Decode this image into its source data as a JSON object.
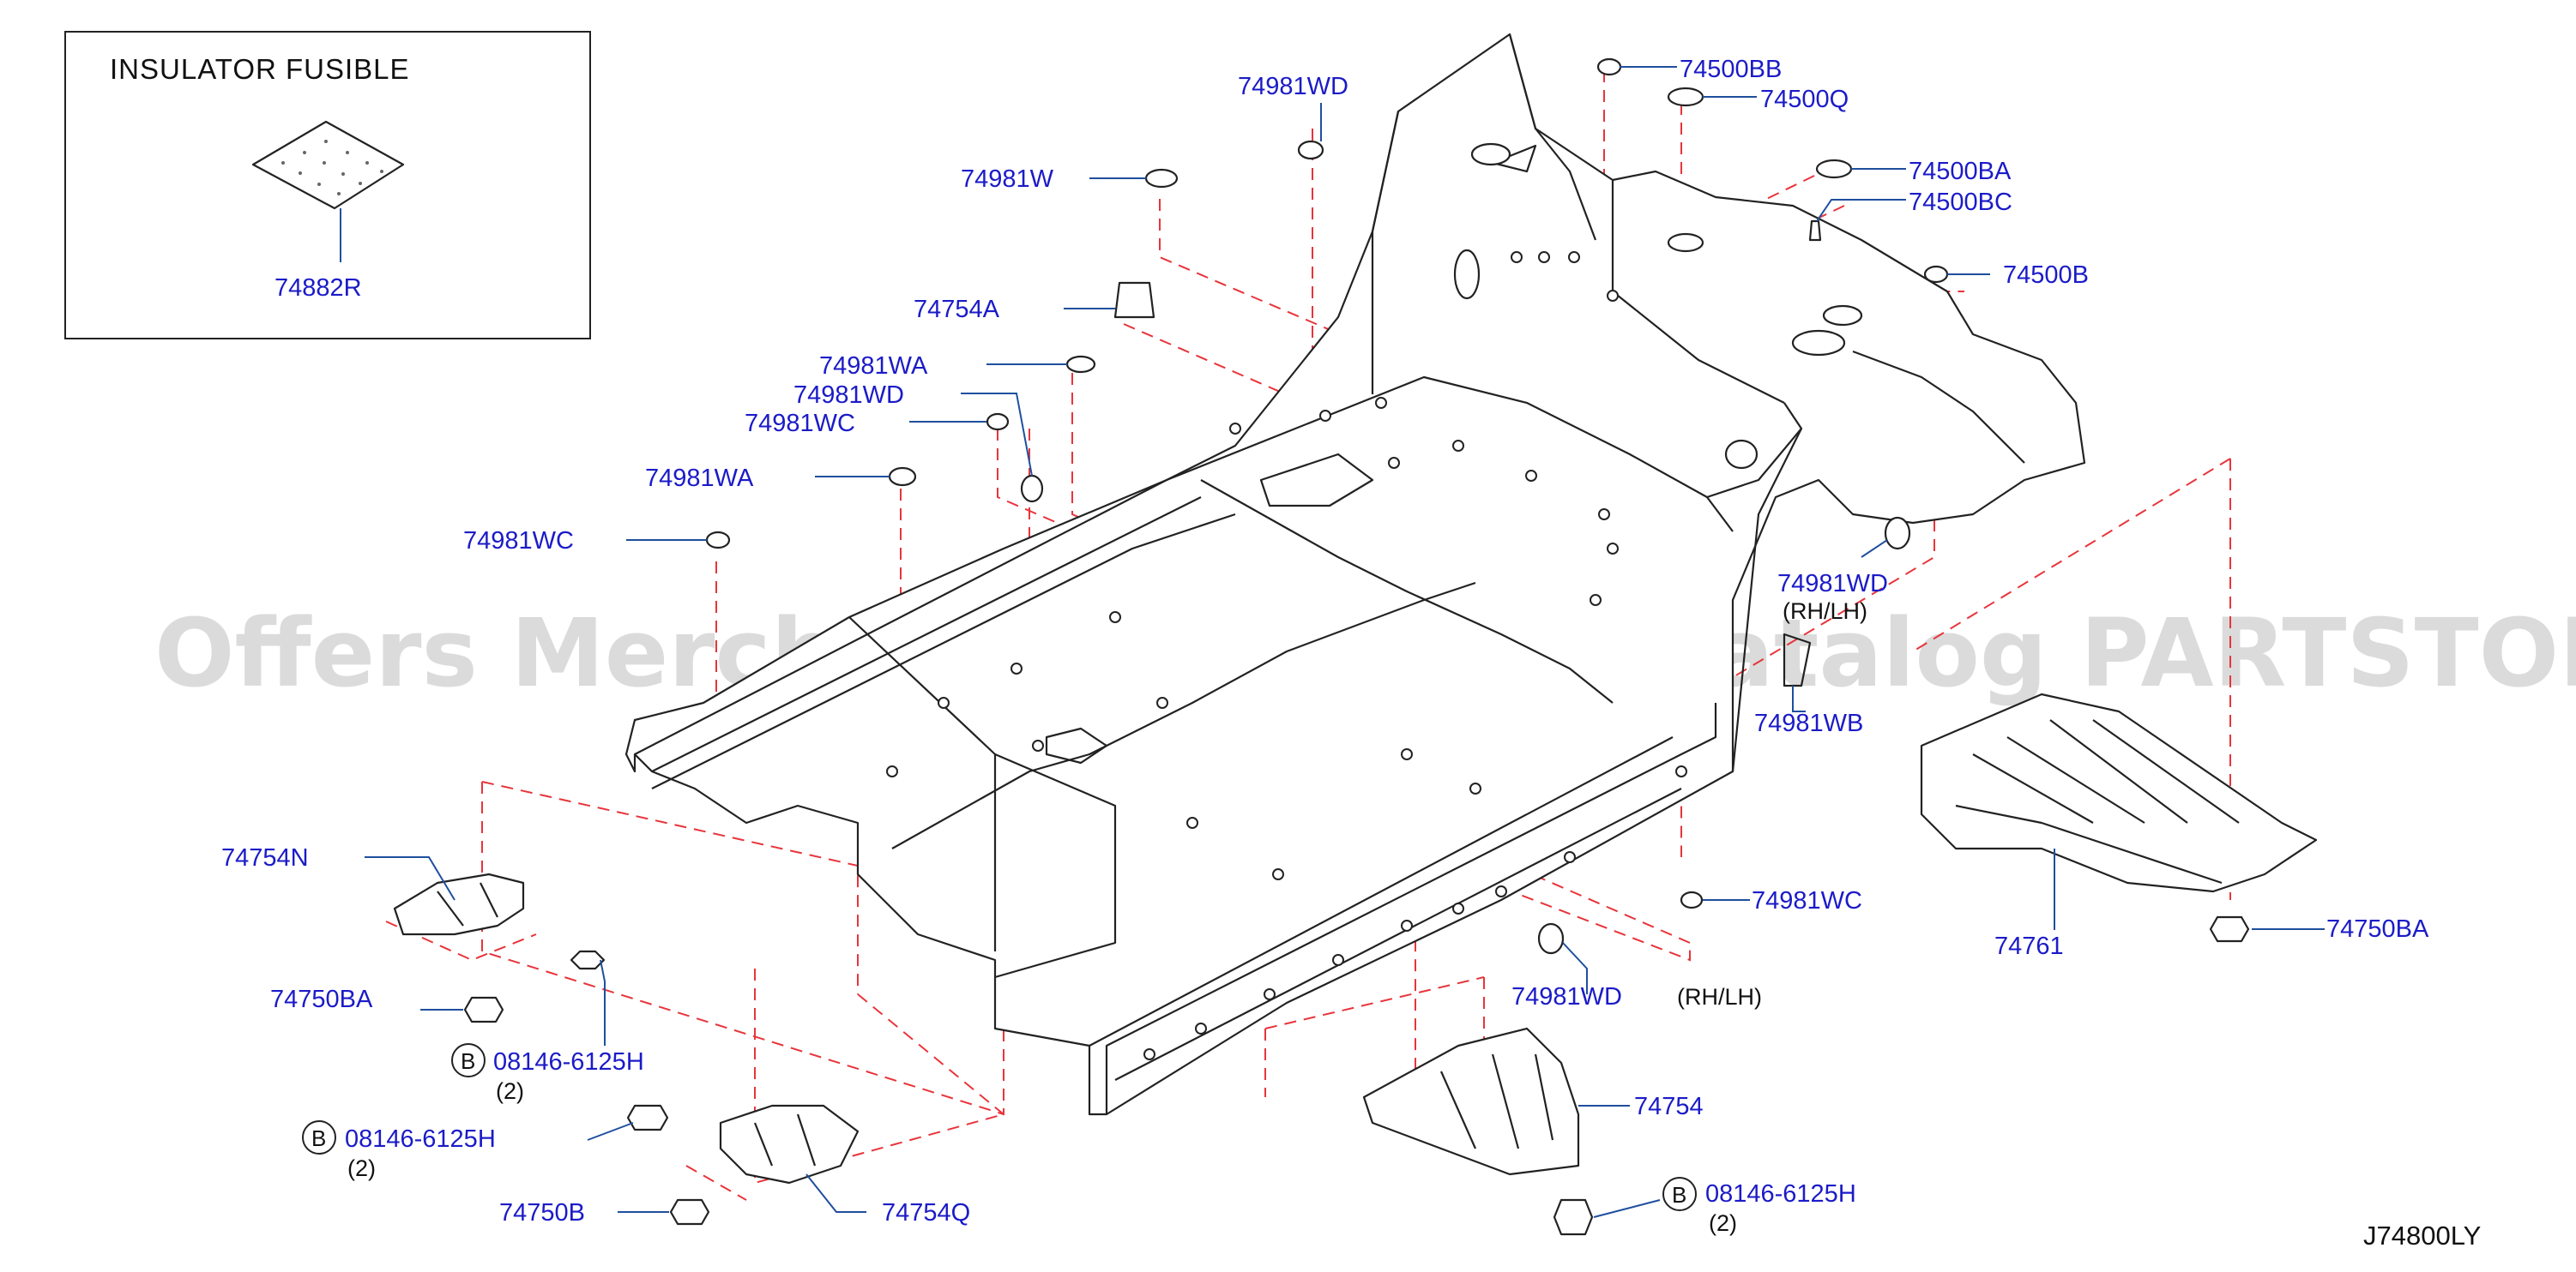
{
  "inset": {
    "title": "INSULATOR  FUSIBLE",
    "part": "74882R"
  },
  "watermark": "Offers Merchant Auto Parts Catalog PARTSTORE.SA",
  "diagram_id": "J74800LY",
  "colors": {
    "callout": "#1b1bc8",
    "leader": "#1f4f9e",
    "dash": "#e8343a",
    "watermark": "#bdbdbd"
  },
  "callouts": {
    "p74500BB": "74500BB",
    "p74500Q": "74500Q",
    "p74500BA": "74500BA",
    "p74500BC": "74500BC",
    "p74500B": "74500B",
    "p74981WD_top": "74981WD",
    "p74981W": "74981W",
    "p74754A": "74754A",
    "p74981WA_1": "74981WA",
    "p74981WD_2": "74981WD",
    "p74981WC_1": "74981WC",
    "p74981WA_2": "74981WA",
    "p74981WC_2": "74981WC",
    "p74981WD_rh": "74981WD",
    "p74981WB": "74981WB",
    "p74754N": "74754N",
    "p74750BA_left": "74750BA",
    "p74981WC_3": "74981WC",
    "p74761": "74761",
    "p74750BA_right": "74750BA",
    "p74981WD_low": "74981WD",
    "p74754": "74754",
    "p74754Q": "74754Q",
    "p74750B": "74750B"
  },
  "notes": {
    "rhlh_1": "(RH/LH)",
    "rhlh_2": "(RH/LH)"
  },
  "bolts": [
    {
      "letter": "B",
      "part": "08146-6125H",
      "qty": "(2)"
    },
    {
      "letter": "B",
      "part": "08146-6125H",
      "qty": "(2)"
    },
    {
      "letter": "B",
      "part": "08146-6125H",
      "qty": "(2)"
    }
  ]
}
